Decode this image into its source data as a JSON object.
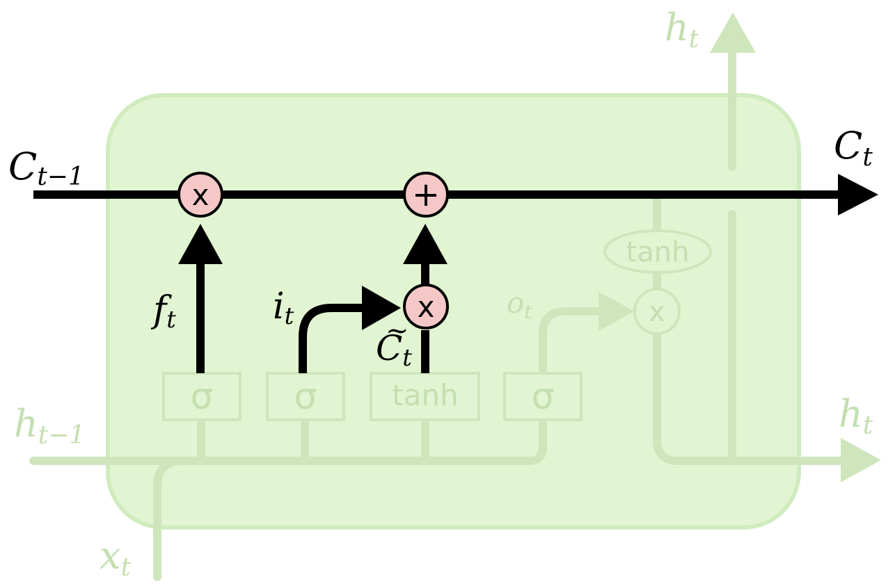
{
  "colors": {
    "background": "#ffffff",
    "cell_fill": "#e1f5d2",
    "cell_stroke": "#d0ecbe",
    "faded": "#cfe6bd",
    "faded_text": "#c4dfb0",
    "active": "#000000",
    "op_fill": "#f5c8c8"
  },
  "labels": {
    "c_prev": {
      "base": "C",
      "sub": "t−1"
    },
    "c_t": {
      "base": "C",
      "sub": "t"
    },
    "h_prev": {
      "base": "h",
      "sub": "t−1"
    },
    "h_out_top": {
      "base": "h",
      "sub": "t"
    },
    "h_out_right": {
      "base": "h",
      "sub": "t"
    },
    "x_t": {
      "base": "x",
      "sub": "t"
    },
    "f_t": {
      "base": "f",
      "sub": "t"
    },
    "i_t": {
      "base": "i",
      "sub": "t"
    },
    "o_t": {
      "base": "o",
      "sub": "t"
    },
    "c_tilde": {
      "tilde": "~",
      "base": "C",
      "sub": "t"
    }
  },
  "gates": {
    "forget": "σ",
    "input": "σ",
    "candidate": "tanh",
    "output": "σ",
    "cell_tanh": "tanh"
  },
  "ops": {
    "forget_mult": "x",
    "cell_add": "+",
    "input_mult": "x",
    "output_mult": "x"
  }
}
